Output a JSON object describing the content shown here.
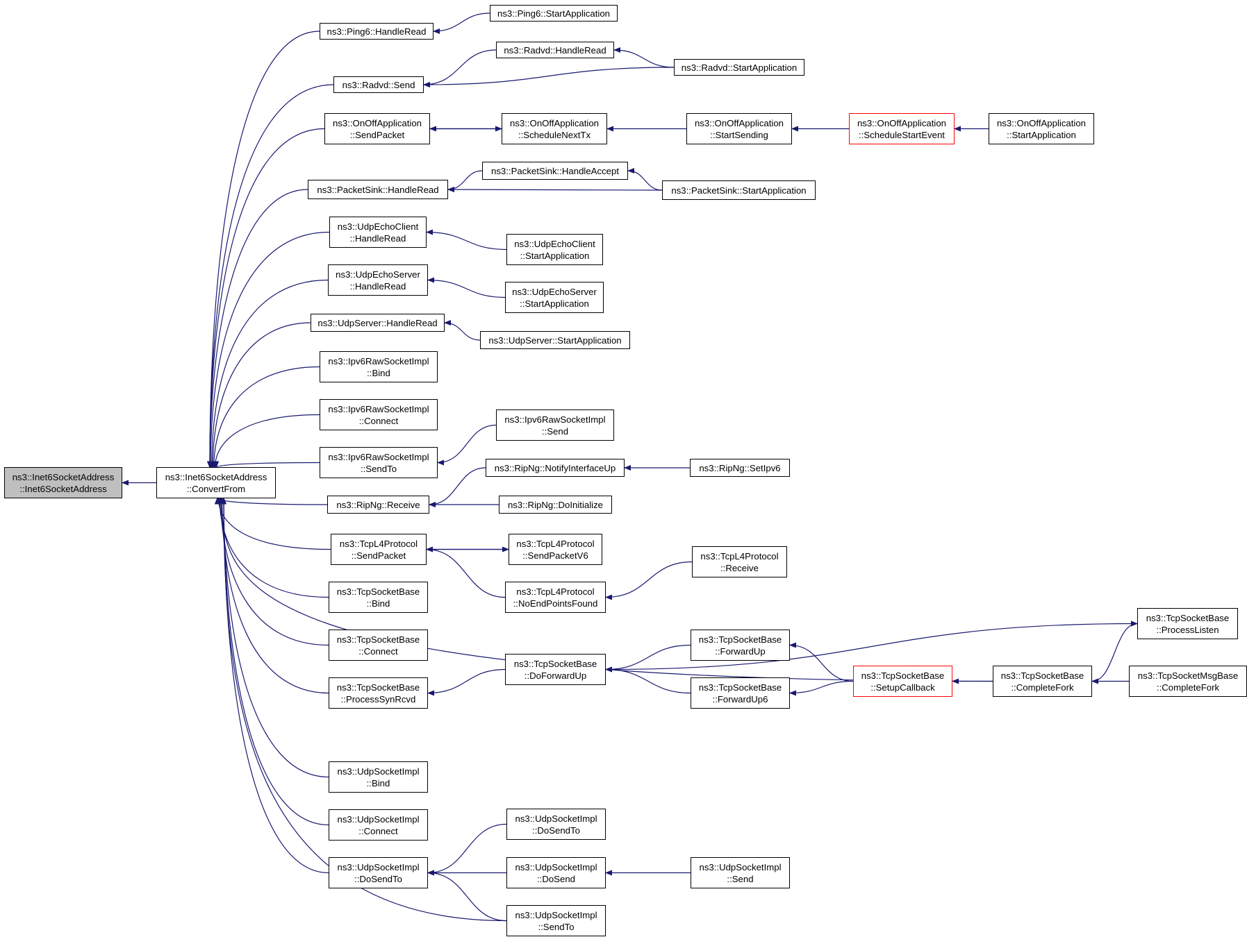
{
  "colors": {
    "edge": "#191970",
    "root_fill": "#bfbfbf",
    "highlight_border": "#ff0000"
  },
  "nodes": [
    {
      "id": "root",
      "lines": [
        "ns3::Inet6SocketAddress",
        "::Inet6SocketAddress"
      ]
    },
    {
      "id": "convert",
      "lines": [
        "ns3::Inet6SocketAddress",
        "::ConvertFrom"
      ]
    },
    {
      "id": "ping6_hr",
      "lines": [
        "ns3::Ping6::HandleRead"
      ]
    },
    {
      "id": "ping6_sa",
      "lines": [
        "ns3::Ping6::StartApplication"
      ]
    },
    {
      "id": "radvd_send",
      "lines": [
        "ns3::Radvd::Send"
      ]
    },
    {
      "id": "radvd_hr",
      "lines": [
        "ns3::Radvd::HandleRead"
      ]
    },
    {
      "id": "radvd_sa",
      "lines": [
        "ns3::Radvd::StartApplication"
      ]
    },
    {
      "id": "onoff_sp",
      "lines": [
        "ns3::OnOffApplication",
        "::SendPacket"
      ]
    },
    {
      "id": "onoff_snt",
      "lines": [
        "ns3::OnOffApplication",
        "::ScheduleNextTx"
      ]
    },
    {
      "id": "onoff_ss",
      "lines": [
        "ns3::OnOffApplication",
        "::StartSending"
      ]
    },
    {
      "id": "onoff_sse",
      "lines": [
        "ns3::OnOffApplication",
        "::ScheduleStartEvent"
      ]
    },
    {
      "id": "onoff_sa",
      "lines": [
        "ns3::OnOffApplication",
        "::StartApplication"
      ]
    },
    {
      "id": "ps_hr",
      "lines": [
        "ns3::PacketSink::HandleRead"
      ]
    },
    {
      "id": "ps_ha",
      "lines": [
        "ns3::PacketSink::HandleAccept"
      ]
    },
    {
      "id": "ps_sa",
      "lines": [
        "ns3::PacketSink::StartApplication"
      ]
    },
    {
      "id": "uec_hr",
      "lines": [
        "ns3::UdpEchoClient",
        "::HandleRead"
      ]
    },
    {
      "id": "uec_sa",
      "lines": [
        "ns3::UdpEchoClient",
        "::StartApplication"
      ]
    },
    {
      "id": "ues_hr",
      "lines": [
        "ns3::UdpEchoServer",
        "::HandleRead"
      ]
    },
    {
      "id": "ues_sa",
      "lines": [
        "ns3::UdpEchoServer",
        "::StartApplication"
      ]
    },
    {
      "id": "us_hr",
      "lines": [
        "ns3::UdpServer::HandleRead"
      ]
    },
    {
      "id": "us_sa",
      "lines": [
        "ns3::UdpServer::StartApplication"
      ]
    },
    {
      "id": "ipv6r_bind",
      "lines": [
        "ns3::Ipv6RawSocketImpl",
        "::Bind"
      ]
    },
    {
      "id": "ipv6r_conn",
      "lines": [
        "ns3::Ipv6RawSocketImpl",
        "::Connect"
      ]
    },
    {
      "id": "ipv6r_sendto",
      "lines": [
        "ns3::Ipv6RawSocketImpl",
        "::SendTo"
      ]
    },
    {
      "id": "ipv6r_send",
      "lines": [
        "ns3::Ipv6RawSocketImpl",
        "::Send"
      ]
    },
    {
      "id": "ripng_recv",
      "lines": [
        "ns3::RipNg::Receive"
      ]
    },
    {
      "id": "ripng_niu",
      "lines": [
        "ns3::RipNg::NotifyInterfaceUp"
      ]
    },
    {
      "id": "ripng_seti",
      "lines": [
        "ns3::RipNg::SetIpv6"
      ]
    },
    {
      "id": "ripng_doi",
      "lines": [
        "ns3::RipNg::DoInitialize"
      ]
    },
    {
      "id": "tcpl4_sp",
      "lines": [
        "ns3::TcpL4Protocol",
        "::SendPacket"
      ]
    },
    {
      "id": "tcpl4_sp6",
      "lines": [
        "ns3::TcpL4Protocol",
        "::SendPacketV6"
      ]
    },
    {
      "id": "tcpl4_nepf",
      "lines": [
        "ns3::TcpL4Protocol",
        "::NoEndPointsFound"
      ]
    },
    {
      "id": "tcpl4_recv",
      "lines": [
        "ns3::TcpL4Protocol",
        "::Receive"
      ]
    },
    {
      "id": "tsb_bind",
      "lines": [
        "ns3::TcpSocketBase",
        "::Bind"
      ]
    },
    {
      "id": "tsb_conn",
      "lines": [
        "ns3::TcpSocketBase",
        "::Connect"
      ]
    },
    {
      "id": "tsb_psr",
      "lines": [
        "ns3::TcpSocketBase",
        "::ProcessSynRcvd"
      ]
    },
    {
      "id": "tsb_dfu",
      "lines": [
        "ns3::TcpSocketBase",
        "::DoForwardUp"
      ]
    },
    {
      "id": "tsb_fu",
      "lines": [
        "ns3::TcpSocketBase",
        "::ForwardUp"
      ]
    },
    {
      "id": "tsb_fu6",
      "lines": [
        "ns3::TcpSocketBase",
        "::ForwardUp6"
      ]
    },
    {
      "id": "tsb_scb",
      "lines": [
        "ns3::TcpSocketBase",
        "::SetupCallback"
      ]
    },
    {
      "id": "tsb_cf",
      "lines": [
        "ns3::TcpSocketBase",
        "::CompleteFork"
      ]
    },
    {
      "id": "tsb_pl",
      "lines": [
        "ns3::TcpSocketBase",
        "::ProcessListen"
      ]
    },
    {
      "id": "tsmb_cf",
      "lines": [
        "ns3::TcpSocketMsgBase",
        "::CompleteFork"
      ]
    },
    {
      "id": "usi_bind",
      "lines": [
        "ns3::UdpSocketImpl",
        "::Bind"
      ]
    },
    {
      "id": "usi_conn",
      "lines": [
        "ns3::UdpSocketImpl",
        "::Connect"
      ]
    },
    {
      "id": "usi_dst",
      "lines": [
        "ns3::UdpSocketImpl",
        "::DoSendTo"
      ]
    },
    {
      "id": "usi_dst2",
      "lines": [
        "ns3::UdpSocketImpl",
        "::DoSendTo"
      ]
    },
    {
      "id": "usi_ds",
      "lines": [
        "ns3::UdpSocketImpl",
        "::DoSend"
      ]
    },
    {
      "id": "usi_send",
      "lines": [
        "ns3::UdpSocketImpl",
        "::Send"
      ]
    },
    {
      "id": "usi_sendto",
      "lines": [
        "ns3::UdpSocketImpl",
        "::SendTo"
      ]
    }
  ],
  "edges": [
    [
      "convert",
      "root"
    ],
    [
      "ping6_hr",
      "convert"
    ],
    [
      "radvd_send",
      "convert"
    ],
    [
      "onoff_sp",
      "convert"
    ],
    [
      "ps_hr",
      "convert"
    ],
    [
      "uec_hr",
      "convert"
    ],
    [
      "ues_hr",
      "convert"
    ],
    [
      "us_hr",
      "convert"
    ],
    [
      "ipv6r_bind",
      "convert"
    ],
    [
      "ipv6r_conn",
      "convert"
    ],
    [
      "ipv6r_sendto",
      "convert"
    ],
    [
      "ripng_recv",
      "convert"
    ],
    [
      "tcpl4_sp",
      "convert"
    ],
    [
      "tsb_bind",
      "convert"
    ],
    [
      "tsb_conn",
      "convert"
    ],
    [
      "tsb_psr",
      "convert"
    ],
    [
      "tsb_cf",
      "convert"
    ],
    [
      "usi_bind",
      "convert"
    ],
    [
      "usi_conn",
      "convert"
    ],
    [
      "usi_dst",
      "convert"
    ],
    [
      "usi_sendto",
      "convert"
    ],
    [
      "ping6_sa",
      "ping6_hr"
    ],
    [
      "radvd_hr",
      "radvd_send"
    ],
    [
      "radvd_sa",
      "radvd_send"
    ],
    [
      "radvd_sa",
      "radvd_hr"
    ],
    [
      "onoff_snt",
      "onoff_sp"
    ],
    [
      "onoff_sp",
      "onoff_snt"
    ],
    [
      "onoff_ss",
      "onoff_snt"
    ],
    [
      "onoff_sse",
      "onoff_ss"
    ],
    [
      "onoff_sa",
      "onoff_sse"
    ],
    [
      "ps_ha",
      "ps_hr"
    ],
    [
      "ps_sa",
      "ps_hr"
    ],
    [
      "ps_sa",
      "ps_ha"
    ],
    [
      "uec_sa",
      "uec_hr"
    ],
    [
      "ues_sa",
      "ues_hr"
    ],
    [
      "us_sa",
      "us_hr"
    ],
    [
      "ipv6r_send",
      "ipv6r_sendto"
    ],
    [
      "ripng_niu",
      "ripng_recv"
    ],
    [
      "ripng_doi",
      "ripng_recv"
    ],
    [
      "ripng_seti",
      "ripng_niu"
    ],
    [
      "tcpl4_sp6",
      "tcpl4_sp"
    ],
    [
      "tcpl4_sp",
      "tcpl4_sp6"
    ],
    [
      "tcpl4_nepf",
      "tcpl4_sp"
    ],
    [
      "tcpl4_recv",
      "tcpl4_nepf"
    ],
    [
      "tsb_dfu",
      "tsb_psr"
    ],
    [
      "tsb_fu",
      "tsb_dfu"
    ],
    [
      "tsb_fu6",
      "tsb_dfu"
    ],
    [
      "tsb_dfu",
      "tsb_pl"
    ],
    [
      "tsb_scb",
      "tsb_fu"
    ],
    [
      "tsb_scb",
      "tsb_fu6"
    ],
    [
      "tsb_cf",
      "tsb_scb"
    ],
    [
      "tsb_cf",
      "tsb_pl"
    ],
    [
      "tsmb_cf",
      "tsb_cf"
    ],
    [
      "usi_dst2",
      "usi_dst"
    ],
    [
      "usi_ds",
      "usi_dst"
    ],
    [
      "usi_sendto",
      "usi_dst"
    ],
    [
      "usi_send",
      "usi_ds"
    ]
  ]
}
